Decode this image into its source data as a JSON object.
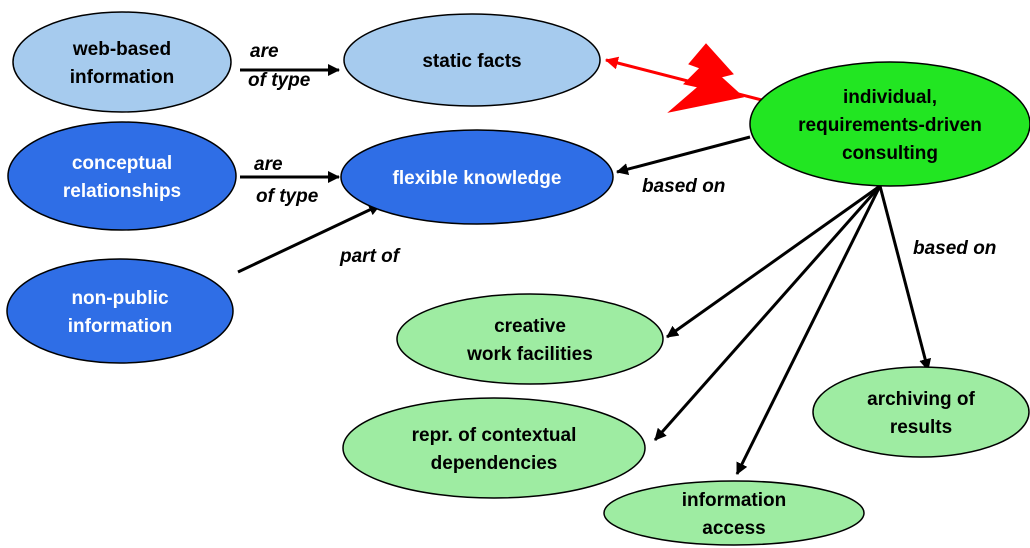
{
  "colors": {
    "light_blue": "#a6cbee",
    "dark_blue": "#2f6ee6",
    "bright_green": "#22e622",
    "pale_green": "#9eeca2",
    "red_arrow": "#ff0000",
    "outline": "#000000"
  },
  "nodes": {
    "web_based": {
      "lines": [
        "web-based",
        "information"
      ],
      "color_key": "light_blue",
      "text_color": "#000000"
    },
    "static_facts": {
      "lines": [
        "static facts"
      ],
      "color_key": "light_blue",
      "text_color": "#000000"
    },
    "conceptual": {
      "lines": [
        "conceptual",
        "relationships"
      ],
      "color_key": "dark_blue",
      "text_color": "#ffffff"
    },
    "flexible": {
      "lines": [
        "flexible knowledge"
      ],
      "color_key": "dark_blue",
      "text_color": "#ffffff"
    },
    "non_public": {
      "lines": [
        "non-public",
        "information"
      ],
      "color_key": "dark_blue",
      "text_color": "#ffffff"
    },
    "consulting": {
      "lines": [
        "individual,",
        "requirements-driven",
        "consulting"
      ],
      "color_key": "bright_green",
      "text_color": "#000000"
    },
    "creative": {
      "lines": [
        "creative",
        "work facilities"
      ],
      "color_key": "pale_green",
      "text_color": "#000000"
    },
    "repr": {
      "lines": [
        "repr. of contextual",
        "dependencies"
      ],
      "color_key": "pale_green",
      "text_color": "#000000"
    },
    "info_access": {
      "lines": [
        "information",
        "access"
      ],
      "color_key": "pale_green",
      "text_color": "#000000"
    },
    "archiving": {
      "lines": [
        "archiving of",
        "results"
      ],
      "color_key": "pale_green",
      "text_color": "#000000"
    }
  },
  "edge_labels": {
    "are_1": "are",
    "of_type_1": "of type",
    "are_2": "are",
    "of_type_2": "of type",
    "part_of": "part of",
    "based_on_1": "based on",
    "based_on_2": "based on"
  },
  "icons": {
    "lightning": "lightning-bolt-icon"
  }
}
